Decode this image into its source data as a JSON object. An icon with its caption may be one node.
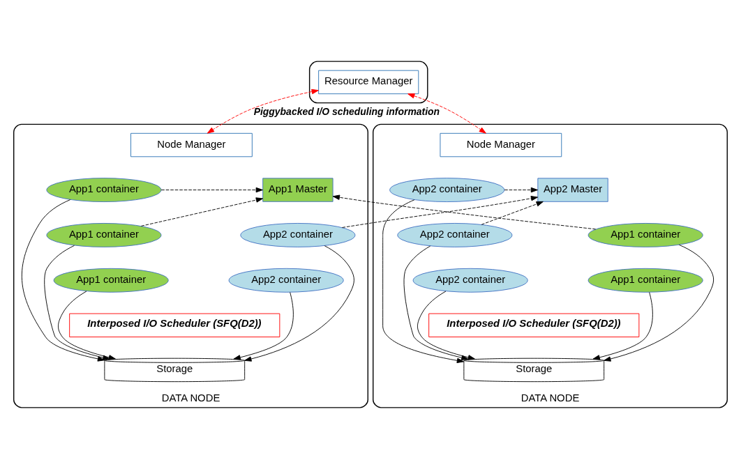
{
  "diagram": {
    "nodes": [
      {
        "text": [],
        "shape": "box"
      },
      {
        "text": [
          "Resource Manager"
        ],
        "in": 0
      },
      {
        "text": [
          "DATA NODE"
        ]
      },
      {
        "text": [
          "Node Manager"
        ],
        "in": 2
      },
      {
        "text": [
          "App1 container"
        ],
        "in": 2
      },
      {
        "text": [
          "App1 container"
        ],
        "in": 2
      },
      {
        "text": [
          "App1 container"
        ],
        "in": 2
      },
      {
        "text": [
          "App1 Master"
        ],
        "in": 2
      },
      {
        "text": [
          "App2 container"
        ],
        "in": 2
      },
      {
        "text": [
          "App2 container"
        ],
        "in": 2
      },
      {
        "text": [
          "Interposed I/O Scheduler (SFQ(D2))"
        ],
        "in": 2
      },
      {
        "text": [
          "Storage"
        ],
        "in": 2
      },
      {
        "text": [
          "DATA NODE"
        ]
      },
      {
        "text": [
          "Node Manager"
        ],
        "in": 12
      },
      {
        "text": [
          "App2 Master"
        ],
        "in": 12
      },
      {
        "text": [
          "App2 container"
        ],
        "in": 12
      },
      {
        "text": [
          "App1 container"
        ],
        "in": 12
      },
      {
        "text": [
          "App2 container"
        ],
        "in": 12
      },
      {
        "text": [
          "App1 container"
        ],
        "in": 12
      },
      {
        "text": [
          "App2 container"
        ],
        "in": 12
      },
      {
        "text": [
          "Interposed I/O Scheduler (SFQ(D2))"
        ],
        "in": 12
      },
      {
        "text": [
          "Storage"
        ],
        "in": 12
      }
    ],
    "edges": [
      {
        "from": 1,
        "to": 3,
        "arrow": "both",
        "label": "Piggybacked I/O scheduling information",
        "style": "dashed",
        "color": "#ff0000"
      },
      {
        "from": 1,
        "to": 13,
        "arrow": "both",
        "style": "dashed",
        "color": "#ff0000"
      },
      {
        "from": 4,
        "to": 7,
        "arrow": "to",
        "style": "dashed"
      },
      {
        "from": 5,
        "to": 7,
        "arrow": "to",
        "style": "dashed"
      },
      {
        "from": 8,
        "to": 14,
        "arrow": "to",
        "style": "dashed"
      },
      {
        "from": 16,
        "to": 7,
        "arrow": "to",
        "style": "dashed"
      },
      {
        "from": 15,
        "to": 14,
        "arrow": "to",
        "style": "dashed"
      },
      {
        "from": 17,
        "to": 14,
        "arrow": "to",
        "style": "dashed"
      },
      {
        "from": 6,
        "to": 11,
        "arrow": "to"
      },
      {
        "from": 5,
        "to": 11,
        "arrow": "to"
      },
      {
        "from": 4,
        "to": 11,
        "arrow": "to"
      },
      {
        "from": 9,
        "to": 11,
        "arrow": "to"
      },
      {
        "from": 8,
        "to": 11,
        "arrow": "to"
      },
      {
        "from": 18,
        "to": 21,
        "arrow": "to"
      },
      {
        "from": 16,
        "to": 21,
        "arrow": "to"
      },
      {
        "from": 19,
        "to": 21,
        "arrow": "to"
      },
      {
        "from": 17,
        "to": 21,
        "arrow": "to"
      },
      {
        "from": 15,
        "to": 21,
        "arrow": "to"
      }
    ]
  }
}
